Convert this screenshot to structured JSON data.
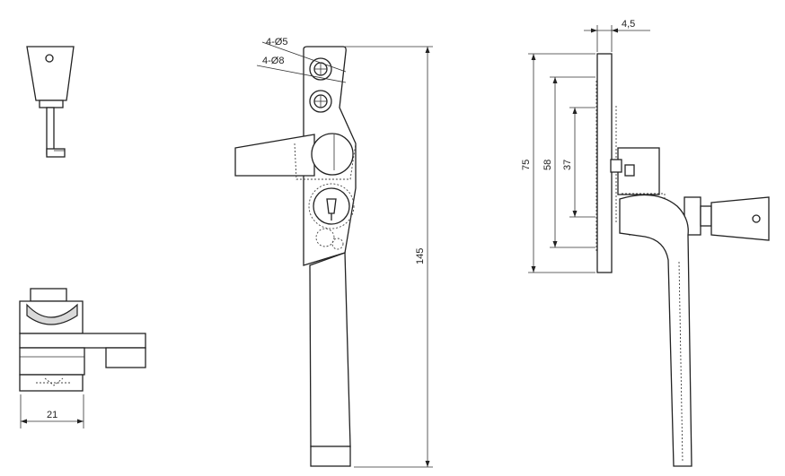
{
  "dimensions": {
    "hole_small": "4-Ø5",
    "hole_large": "4-Ø8",
    "overall_length": "145",
    "plate_height": "75",
    "hole_spacing_outer": "58",
    "hole_spacing_inner": "37",
    "plate_thickness": "4,5",
    "base_width": "21"
  }
}
